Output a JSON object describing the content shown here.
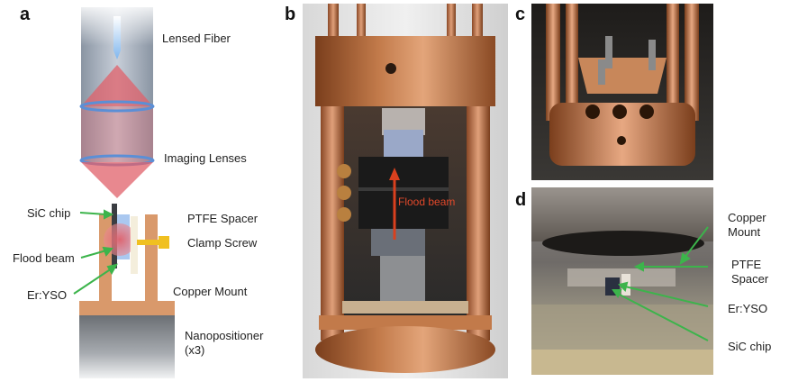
{
  "panels": {
    "a": {
      "letter": "a",
      "labels": {
        "lensed_fiber": "Lensed Fiber",
        "imaging_lenses": "Imaging Lenses",
        "sic_chip": "SiC chip",
        "ptfe_spacer": "PTFE Spacer",
        "clamp_screw": "Clamp Screw",
        "flood_beam": "Flood beam",
        "er_yso": "Er:YSO",
        "copper_mount": "Copper Mount",
        "nanopositioner_line1": "Nanopositioner",
        "nanopositioner_line2": "(x3)"
      }
    },
    "b": {
      "letter": "b",
      "labels": {
        "flood_beam": "Flood beam"
      }
    },
    "c": {
      "letter": "c"
    },
    "d": {
      "letter": "d",
      "labels": {
        "copper_mount_line1": "Copper",
        "copper_mount_line2": "Mount",
        "ptfe_spacer_line1": "PTFE",
        "ptfe_spacer_line2": "Spacer",
        "er_yso": "Er:YSO",
        "sic_chip": "SiC chip"
      }
    }
  },
  "colors": {
    "arrow_green": "#3cb44b",
    "copper": "#d9996b",
    "beam_red": "#e0606a",
    "lens_blue": "#5b8fd6",
    "screw_yellow": "#f0c020",
    "flood_arrow_red": "#d9401e"
  }
}
